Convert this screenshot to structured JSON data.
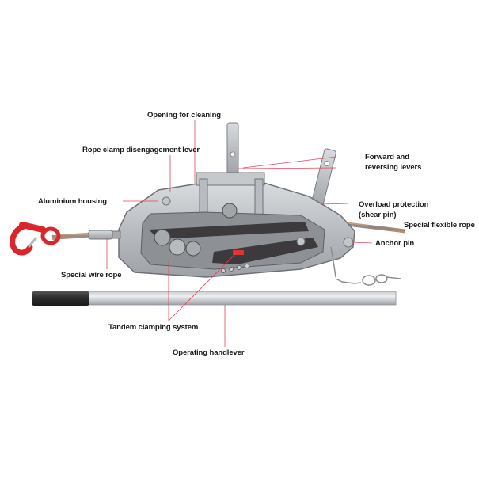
{
  "diagram": {
    "subject": "Wire rope hoist (cutaway)",
    "accent_color": "#e0455a",
    "hook_color": "#d8262a",
    "labels": [
      {
        "id": "opening-for-cleaning",
        "text": "Opening for cleaning"
      },
      {
        "id": "rope-clamp-disengagement-lever",
        "text": "Rope clamp disengagement lever"
      },
      {
        "id": "forward-reversing-levers-1",
        "text": "Forward and"
      },
      {
        "id": "forward-reversing-levers-2",
        "text": "reversing levers"
      },
      {
        "id": "aluminium-housing",
        "text": "Aluminium housing"
      },
      {
        "id": "overload-protection-1",
        "text": "Overload protection"
      },
      {
        "id": "overload-protection-2",
        "text": "(shear pin)"
      },
      {
        "id": "special-flexible-rope",
        "text": "Special flexible rope"
      },
      {
        "id": "anchor-pin",
        "text": "Anchor pin"
      },
      {
        "id": "special-wire-rope",
        "text": "Special wire rope"
      },
      {
        "id": "tandem-clamping-system",
        "text": "Tandem clamping system"
      },
      {
        "id": "operating-handlever",
        "text": "Operating handlever"
      }
    ]
  }
}
